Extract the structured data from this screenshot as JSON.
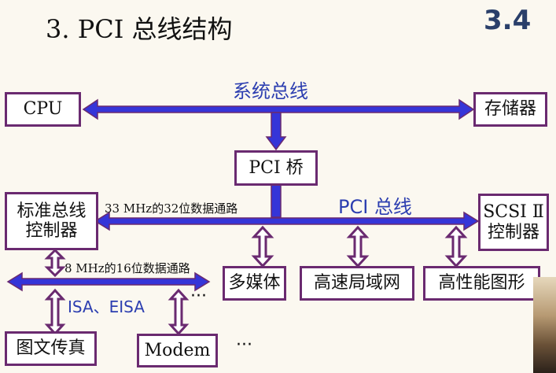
{
  "header": {
    "title": "3. PCI 总线结构",
    "section_number": "3.4"
  },
  "labels": {
    "system_bus": "系统总线",
    "pci_bus": "PCI 总线",
    "isa_bus": "ISA、EISA",
    "ellipsis_isa": "···",
    "ellipsis_bottom": "···",
    "std_bus_speed": "33 MHz的32位数据通路",
    "isa_speed": "8 MHz的16位数据通路"
  },
  "boxes": {
    "cpu": "CPU",
    "memory": "存储器",
    "pci_bridge": "PCI 桥",
    "std_controller_line1": "标准总线",
    "std_controller_line2": "控制器",
    "scsi_line1": "SCSI Ⅱ",
    "scsi_line2": "控制器",
    "multimedia": "多媒体",
    "lan": "高速局域网",
    "graphics": "高性能图形",
    "fax": "图文传真",
    "modem": "Modem"
  },
  "colors": {
    "box_border": "#6a2a70",
    "bus_fill": "#3535d8",
    "arrow_purple": "#6a2a70",
    "label_blue": "#2c3eb0"
  }
}
